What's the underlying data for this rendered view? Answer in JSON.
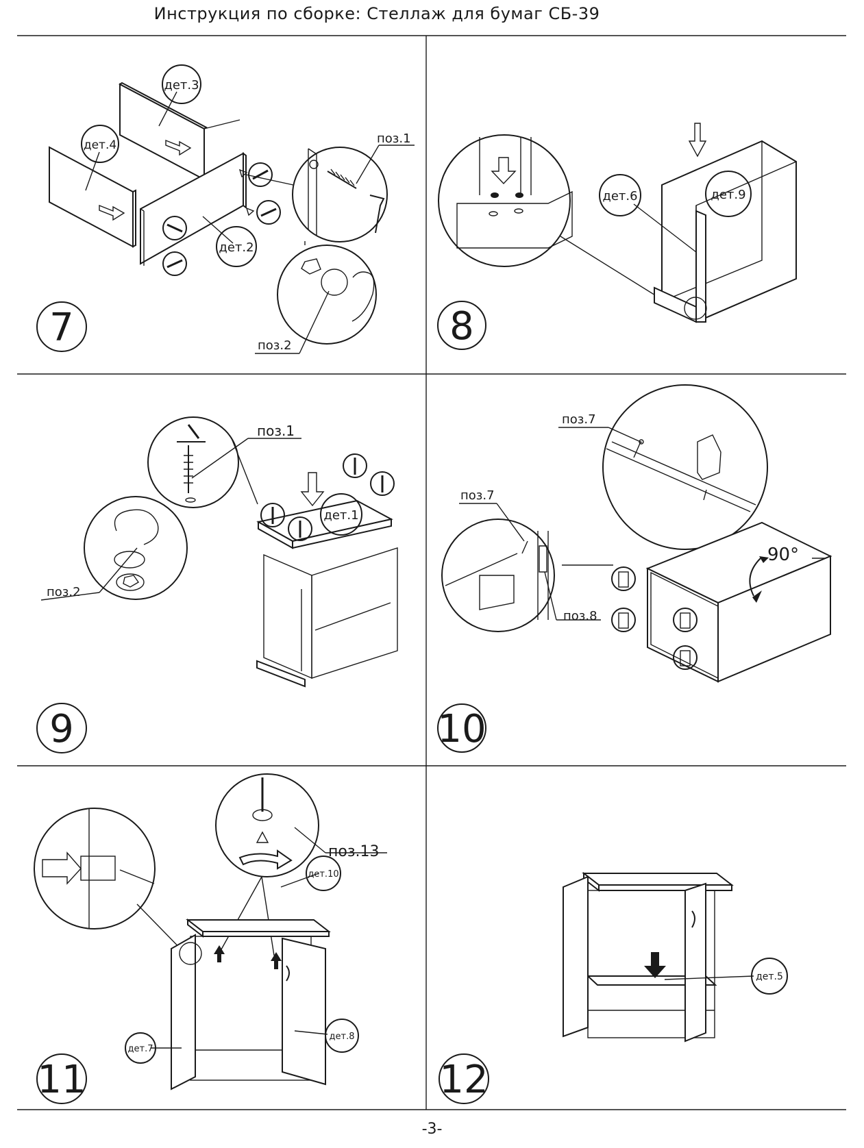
{
  "header": {
    "title": "Инструкция по сборке: Стеллаж для бумаг  СБ-39"
  },
  "footer": {
    "page_number": "-3-"
  },
  "steps": [
    {
      "number": "7",
      "labels": {
        "part3": "дет.3",
        "part4": "дет.4",
        "part2": "дет.2",
        "pos1": "поз.1",
        "pos2": "поз.2"
      }
    },
    {
      "number": "8",
      "labels": {
        "part6": "дет.6",
        "part9": "дет.9"
      }
    },
    {
      "number": "9",
      "labels": {
        "pos1": "поз.1",
        "pos2": "поз.2",
        "part1": "дет.1"
      }
    },
    {
      "number": "10",
      "labels": {
        "pos7a": "поз.7",
        "pos7b": "поз.7",
        "pos8": "поз.8",
        "angle": "90°"
      }
    },
    {
      "number": "11",
      "labels": {
        "pos13": "поз.13",
        "part10": "дет.10",
        "part7": "дет.7",
        "part8": "дет.8"
      }
    },
    {
      "number": "12",
      "labels": {
        "part5": "дет.5"
      }
    }
  ]
}
